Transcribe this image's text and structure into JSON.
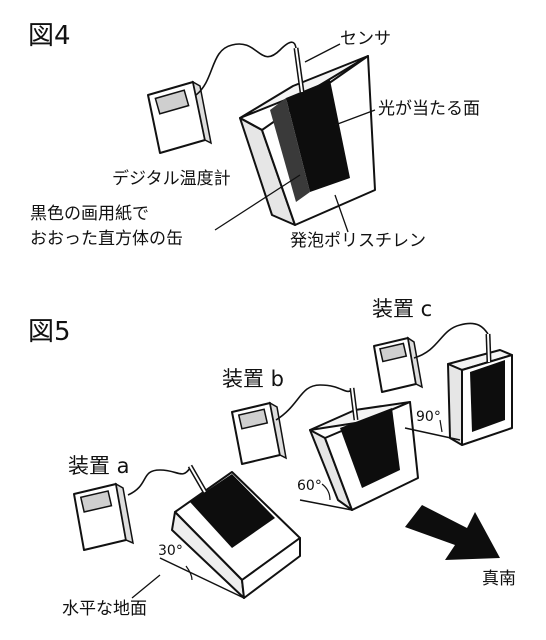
{
  "figure4": {
    "title": "図4",
    "labels": {
      "sensor": "センサ",
      "lit_face": "光が当たる面",
      "thermometer": "デジタル温度計",
      "can_line1": "黒色の画用紙で",
      "can_line2": "おおった直方体の缶",
      "foam": "発泡ポリスチレン"
    }
  },
  "figure5": {
    "title": "図5",
    "devices": [
      {
        "label": "装置 a",
        "angle": "30°"
      },
      {
        "label": "装置 b",
        "angle": "60°"
      },
      {
        "label": "装置 c",
        "angle": "90°"
      }
    ],
    "ground": "水平な地面",
    "direction": "真南"
  }
}
